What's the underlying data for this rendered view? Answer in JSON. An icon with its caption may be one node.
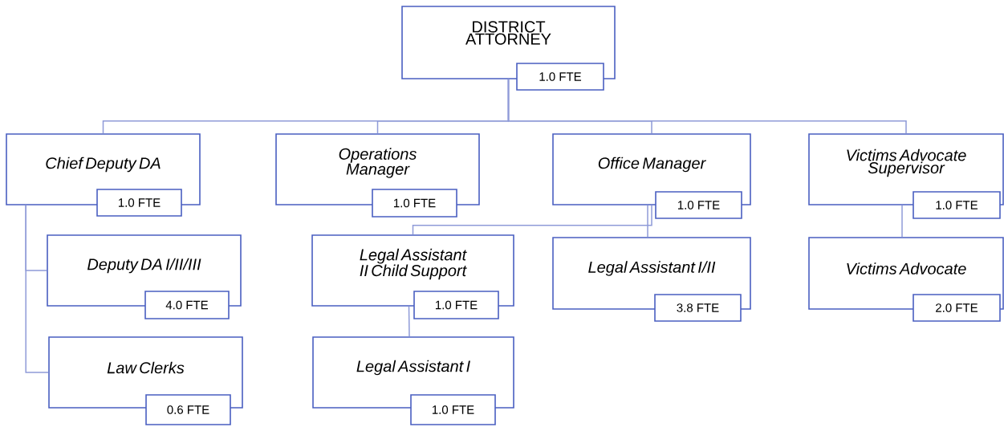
{
  "diagram": {
    "nodes": [
      {
        "text": [
          "DISTRICT ATTORNEY",
          "1.0 FTE"
        ]
      },
      {
        "text": [
          "Chief Deputy DA",
          "1.0 FTE"
        ]
      },
      {
        "text": [
          "Operations Manager",
          "1.0 FTE"
        ]
      },
      {
        "text": [
          "Office Manager",
          "1.0 FTE"
        ]
      },
      {
        "text": [
          "Victims Advocate Supervisor",
          "1.0 FTE"
        ]
      },
      {
        "text": [
          "Deputy DA I/II/III",
          "4.0 FTE"
        ]
      },
      {
        "text": [
          "Legal Assistant II Child Support",
          "1.0 FTE"
        ]
      },
      {
        "text": [
          "Legal Assistant I/II",
          "3.8 FTE"
        ]
      },
      {
        "text": [
          "Victims Advocate",
          "2.0 FTE"
        ]
      },
      {
        "text": [
          "Law Clerks",
          "0.6 FTE"
        ]
      },
      {
        "text": [
          "Legal Assistant I",
          "1.0 FTE"
        ]
      }
    ],
    "edges": [
      {
        "from": 0,
        "to": 1,
        "arrow": "none"
      },
      {
        "from": 0,
        "to": 2,
        "arrow": "none"
      },
      {
        "from": 0,
        "to": 3,
        "arrow": "none"
      },
      {
        "from": 0,
        "to": 4,
        "arrow": "none"
      },
      {
        "from": 1,
        "to": 5,
        "arrow": "none"
      },
      {
        "from": 1,
        "to": 9,
        "arrow": "none"
      },
      {
        "from": 3,
        "to": 6,
        "arrow": "none"
      },
      {
        "from": 3,
        "to": 7,
        "arrow": "none"
      },
      {
        "from": 4,
        "to": 8,
        "arrow": "none"
      },
      {
        "from": 6,
        "to": 10,
        "arrow": "none"
      }
    ]
  }
}
